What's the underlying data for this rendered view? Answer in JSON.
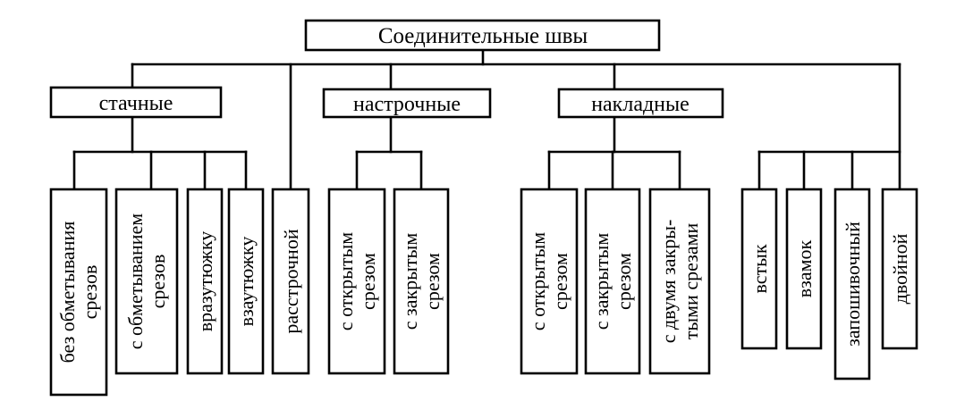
{
  "root": {
    "label": "Соединительные швы"
  },
  "categories": {
    "stachnye": {
      "label": "стачные",
      "children": [
        {
          "lines": [
            "без обметывания",
            "срезов"
          ]
        },
        {
          "lines": [
            "с обметыванием",
            "срезов"
          ]
        },
        {
          "lines": [
            "вразутюжку"
          ]
        },
        {
          "lines": [
            "взаутюжку"
          ]
        }
      ]
    },
    "rastrochnoy": {
      "lines": [
        "расстрочной"
      ]
    },
    "nastrochnye": {
      "label": "настрочные",
      "children": [
        {
          "lines": [
            "с открытым",
            "срезом"
          ]
        },
        {
          "lines": [
            "с закрытым",
            "срезом"
          ]
        }
      ]
    },
    "nakladnye": {
      "label": "накладные",
      "children": [
        {
          "lines": [
            "с открытым",
            "срезом"
          ]
        },
        {
          "lines": [
            "с закрытым",
            "срезом"
          ]
        },
        {
          "lines": [
            "с двумя закры-",
            "тыми срезами"
          ]
        }
      ]
    },
    "other": {
      "children": [
        {
          "lines": [
            "встык"
          ]
        },
        {
          "lines": [
            "взамок"
          ]
        },
        {
          "lines": [
            "запошивочный"
          ]
        },
        {
          "lines": [
            "двойной"
          ]
        }
      ]
    }
  }
}
